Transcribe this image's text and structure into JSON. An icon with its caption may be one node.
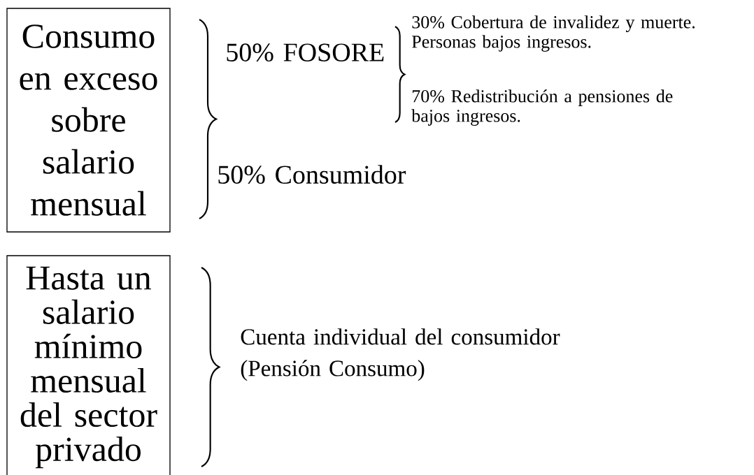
{
  "diagram": {
    "nodes": [
      {
        "text": [
          "Consumo en exceso sobre salario mensual"
        ]
      },
      {
        "text": [
          "Hasta un salario mínimo mensual del sector privado"
        ]
      }
    ],
    "labels": [
      "50% FOSORE",
      "30% Cobertura de invalidez y muerte. Personas bajos ingresos.",
      "70% Redistribución a pensiones de bajos ingresos.",
      "50% Consumidor",
      "Cuenta individual del consumidor (Pensión Consumo)"
    ]
  }
}
